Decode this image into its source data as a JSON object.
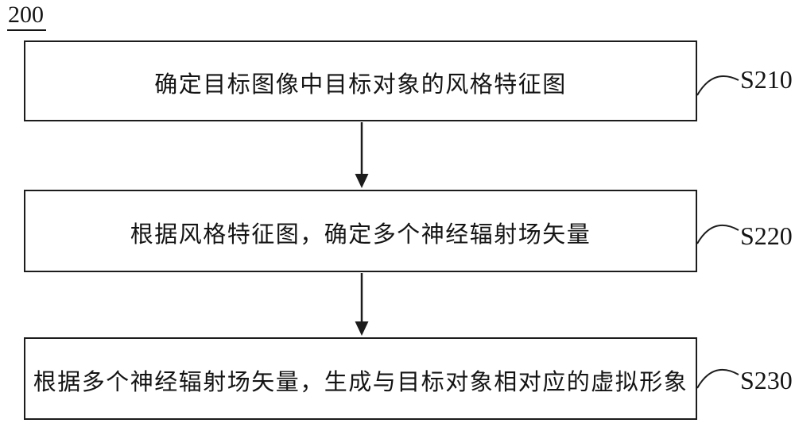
{
  "figure": {
    "number": "200"
  },
  "colors": {
    "line": "#1c1c1c",
    "text": "#141414",
    "background": "#ffffff"
  },
  "steps": [
    {
      "id": "S210",
      "text": "确定目标图像中目标对象的风格特征图"
    },
    {
      "id": "S220",
      "text": "根据风格特征图，确定多个神经辐射场矢量"
    },
    {
      "id": "S230",
      "text": "根据多个神经辐射场矢量，生成与目标对象相对应的虚拟形象"
    }
  ]
}
